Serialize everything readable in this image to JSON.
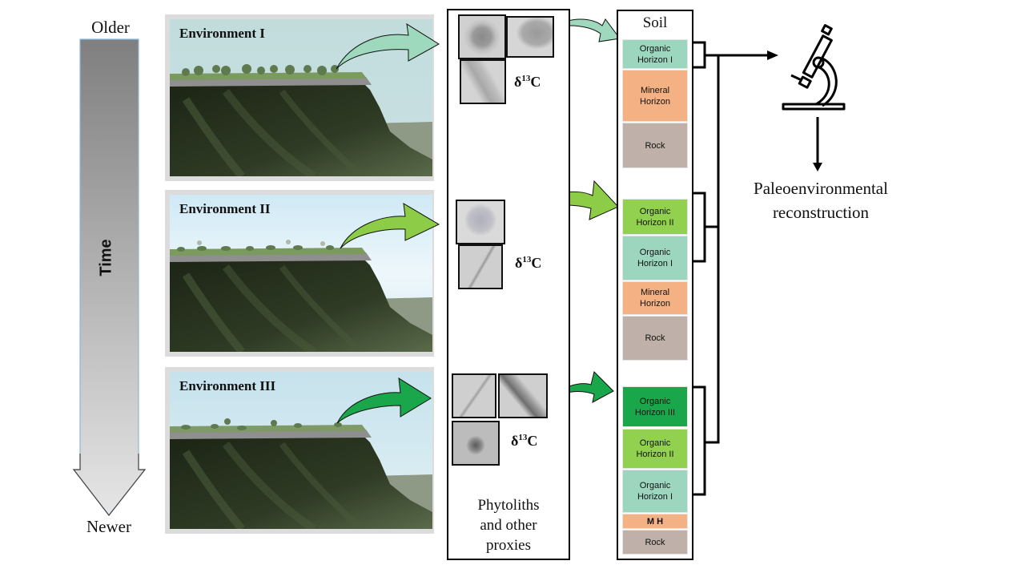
{
  "timeline": {
    "top_label": "Older",
    "bottom_label": "Newer",
    "axis_label": "Time"
  },
  "environments": [
    {
      "title": "Environment I",
      "arrow_color": "#9fd9bd"
    },
    {
      "title": "Environment II",
      "arrow_color": "#8ccc46"
    },
    {
      "title": "Environment III",
      "arrow_color": "#1aa64a"
    }
  ],
  "proxies": {
    "isotope_label": "δ",
    "isotope_sup": "13",
    "isotope_elem": "C",
    "caption_lines": [
      "Phytoliths",
      "and other",
      "proxies"
    ]
  },
  "soil": {
    "title": "Soil",
    "colors": {
      "organic_1": "#9dd6bf",
      "organic_2": "#92d050",
      "organic_3": "#1aa64a",
      "mineral": "#f4b183",
      "rock": "#bfb0a9"
    },
    "profile_1": [
      {
        "label": "Organic Horizon I",
        "type": "organic_1"
      },
      {
        "label": "Mineral Horizon",
        "type": "mineral"
      },
      {
        "label": "Rock",
        "type": "rock"
      }
    ],
    "profile_2": [
      {
        "label": "Organic Horizon II",
        "type": "organic_2"
      },
      {
        "label": "Organic Horizon I",
        "type": "organic_1"
      },
      {
        "label": "Mineral Horizon",
        "type": "mineral"
      },
      {
        "label": "Rock",
        "type": "rock"
      }
    ],
    "profile_3": [
      {
        "label": "Organic Horizon III",
        "type": "organic_3"
      },
      {
        "label": "Organic Horizon II",
        "type": "organic_2"
      },
      {
        "label": "Organic Horizon I",
        "type": "organic_1"
      },
      {
        "label": "M H",
        "type": "mineral"
      },
      {
        "label": "Rock",
        "type": "rock"
      }
    ]
  },
  "output": {
    "instrument": "microscope-icon",
    "result_lines": [
      "Paleoenvironmental",
      "reconstruction"
    ]
  }
}
